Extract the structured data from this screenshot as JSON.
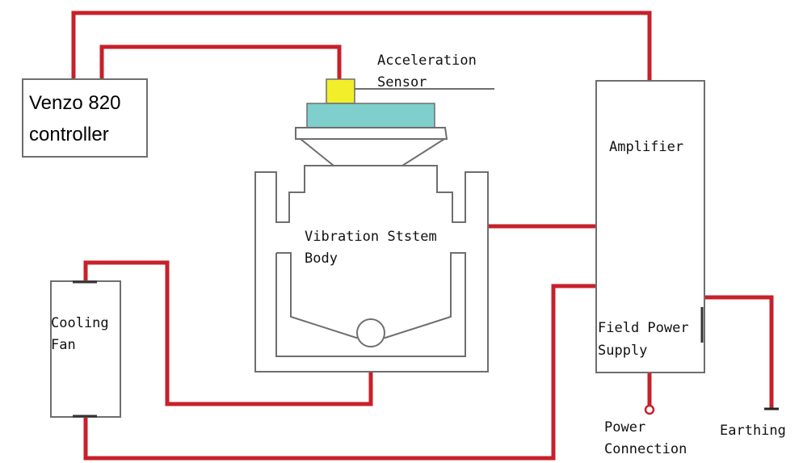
{
  "colors": {
    "wire": "#c8202a",
    "outline": "#6e6e6e",
    "sensor": "#f2ef2a",
    "table_top": "#7fcfcc"
  },
  "controller": {
    "line1": "Venzo 820",
    "line2": "controller"
  },
  "sensor": {
    "line1": "Acceleration",
    "line2": "Sensor"
  },
  "amplifier": {
    "label": "Amplifier"
  },
  "field_power": {
    "line1": "Field Power",
    "line2": "Supply"
  },
  "vibration_body": {
    "line1": "Vibration Ststem",
    "line2": "Body"
  },
  "cooling_fan": {
    "line1": "Cooling",
    "line2": "Fan"
  },
  "power_connection": {
    "line1": "Power",
    "line2": "Connection"
  },
  "earthing": {
    "label": "Earthing"
  }
}
